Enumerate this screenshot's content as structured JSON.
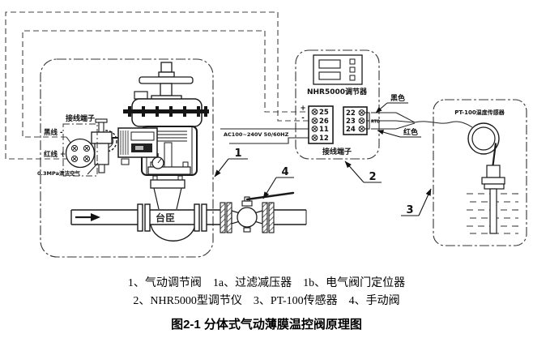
{
  "valve_unit": {
    "callout": "1",
    "terminal_label": "接线端子",
    "black_wire_label": "黑线 -",
    "red_wire_label": "红线 +",
    "air_supply_label": "0.3MPa清洁空气",
    "body_watermark": "台臣"
  },
  "power_label": "AC100~240V 50/60HZ",
  "controller": {
    "callout": "2",
    "name": "NHR5000调节器",
    "plus": "+",
    "minus": "-",
    "terminals_left": [
      "25",
      "26",
      "11",
      "12"
    ],
    "terminals_right": [
      "22",
      "23",
      "24"
    ],
    "rtd_label": "RTD",
    "terminal_label": "接线端子"
  },
  "sensor_wires": {
    "black": "黑色",
    "red": "红色"
  },
  "sensor": {
    "callout": "3",
    "name": "PT-100温度传感器"
  },
  "manual_valve": {
    "callout": "4"
  },
  "caption": {
    "line1": "1、气动调节阀　1a、过滤减压器　1b、电气阀门定位器",
    "line2": "2、NHR5000型调节仪　3、PT-100传感器　4、手动阀",
    "title": "图2-1 分体式气动薄膜温控阀原理图"
  },
  "colors": {
    "line": "#1a1a1a",
    "background": "#ffffff"
  }
}
